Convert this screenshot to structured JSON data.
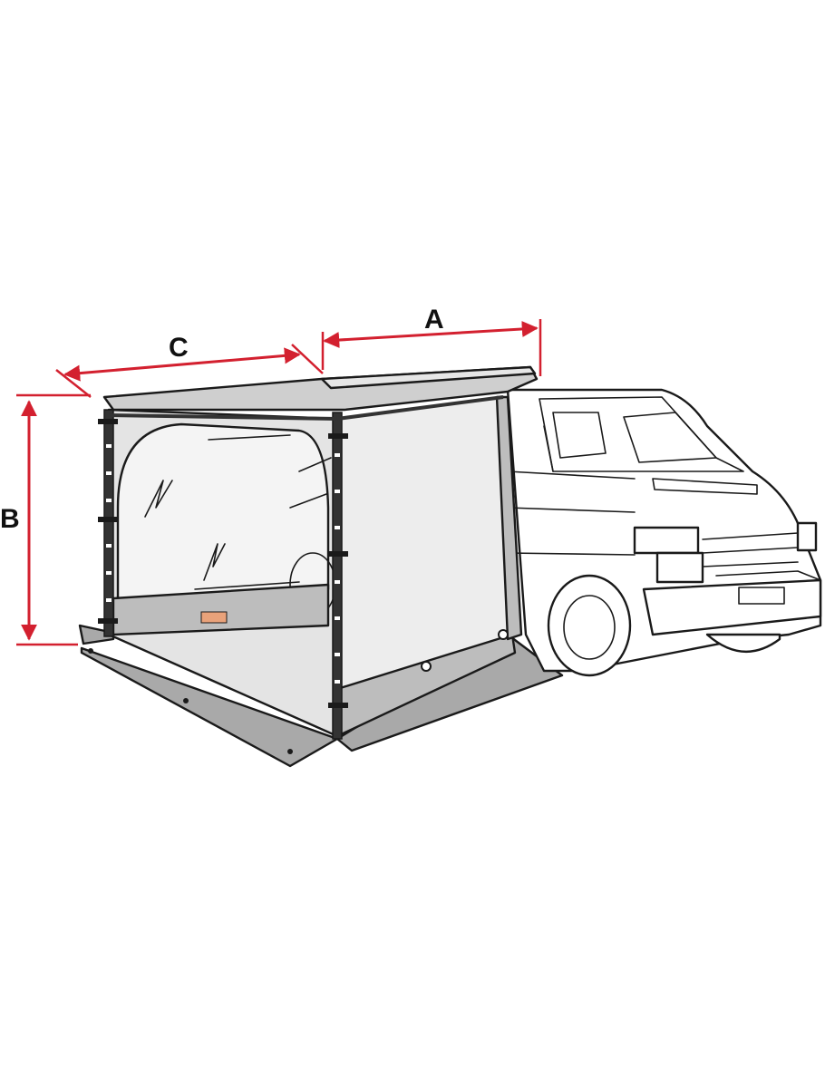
{
  "dimensions": {
    "A": {
      "label": "A"
    },
    "B": {
      "label": "B"
    },
    "C": {
      "label": "C"
    }
  },
  "colors": {
    "dimension_line": "#d3202f",
    "awning_panel": "#ececec",
    "ground_sheet": "#a9a9a9",
    "skirt_band": "#bdbdbd",
    "frame": "#333333"
  }
}
